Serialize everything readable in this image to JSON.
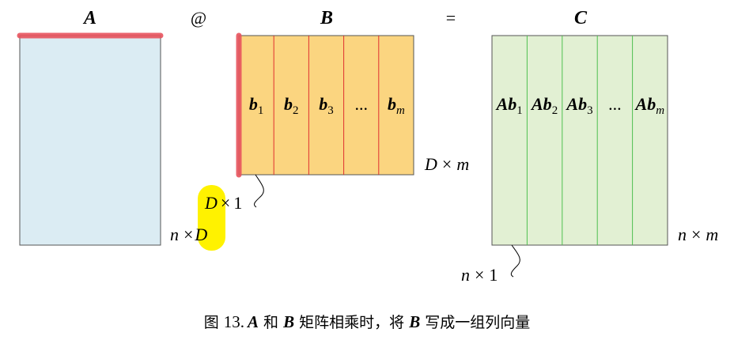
{
  "labels": {
    "a": "A",
    "at": "@",
    "b": "B",
    "eq": "=",
    "c": "C"
  },
  "b_columns": [
    {
      "base": "b",
      "sub": "1",
      "sub_italic": false
    },
    {
      "base": "b",
      "sub": "2",
      "sub_italic": false
    },
    {
      "base": "b",
      "sub": "3",
      "sub_italic": false
    },
    {
      "base": "...",
      "sub": "",
      "sub_italic": false
    },
    {
      "base": "b",
      "sub": "m",
      "sub_italic": true
    }
  ],
  "c_columns": [
    {
      "base": "Ab",
      "sub": "1",
      "sub_italic": false
    },
    {
      "base": "Ab",
      "sub": "2",
      "sub_italic": false
    },
    {
      "base": "Ab",
      "sub": "3",
      "sub_italic": false
    },
    {
      "base": "...",
      "sub": "",
      "sub_italic": false
    },
    {
      "base": "Ab",
      "sub": "m",
      "sub_italic": true
    }
  ],
  "dims": {
    "b": {
      "v1": "D",
      "op": "×",
      "v2": "m"
    },
    "b_col": {
      "v1": "D",
      "op": "×",
      "v2": "1"
    },
    "a": {
      "v1": "n",
      "op": "×",
      "v2": "D"
    },
    "c": {
      "v1": "n",
      "op": "×",
      "v2": "m"
    },
    "c_col": {
      "v1": "n",
      "op": "×",
      "v2": "1"
    }
  },
  "caption": {
    "prefix": "图 ",
    "number": "13.",
    "a": "A",
    "and": " 和 ",
    "b": "B",
    "mid": " 矩阵相乘时，将 ",
    "b2": "B",
    "suffix": " 写成一组列向量"
  },
  "colors": {
    "a_fill": "#dbecf3",
    "b_fill": "#fbd580",
    "c_fill": "#e2f0d3",
    "b_divider": "#e0302f",
    "c_divider": "#4fc04f",
    "highlight_red": "#e8545e",
    "highlight_yellow": "#fff200"
  }
}
